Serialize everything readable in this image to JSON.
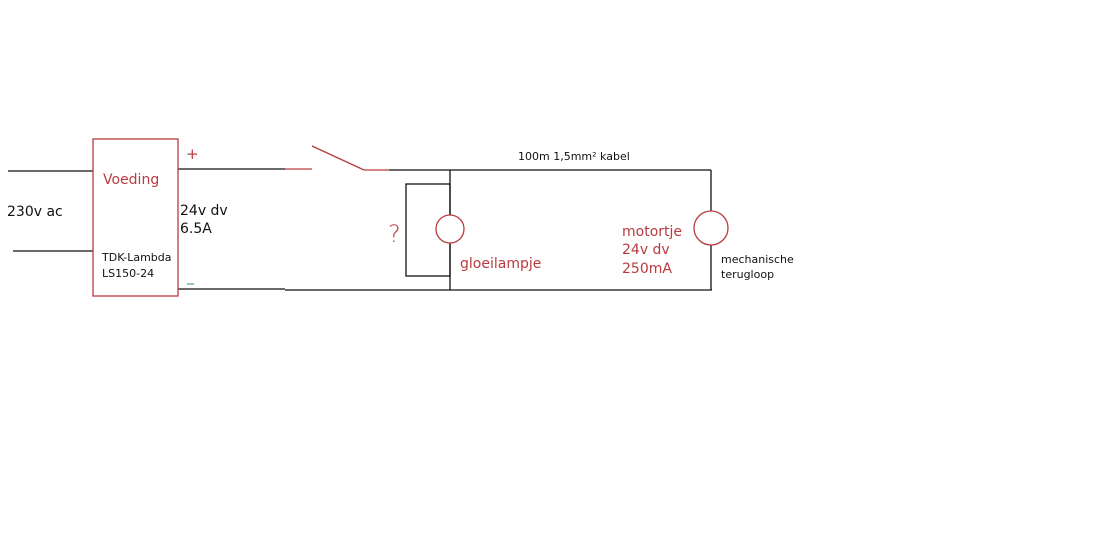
{
  "labels": {
    "input_voltage": "230v ac",
    "psu_title": "Voeding",
    "psu_model_line1": "TDK-Lambda",
    "psu_model_line2": "LS150-24",
    "plus": "+",
    "minus": "_",
    "output_voltage": "24v dv",
    "output_current": "6.5A",
    "question_mark": "?",
    "lamp": "gloeilampje",
    "cable": "100m 1,5mm² kabel",
    "motor_name": "motortje",
    "motor_voltage": "24v dv",
    "motor_current": "250mA",
    "return_line1": "mechanische",
    "return_line2": "terugloop"
  },
  "colors": {
    "wire": "#111111",
    "accent": "#b83a3e",
    "minus": "#2a8a8a"
  }
}
